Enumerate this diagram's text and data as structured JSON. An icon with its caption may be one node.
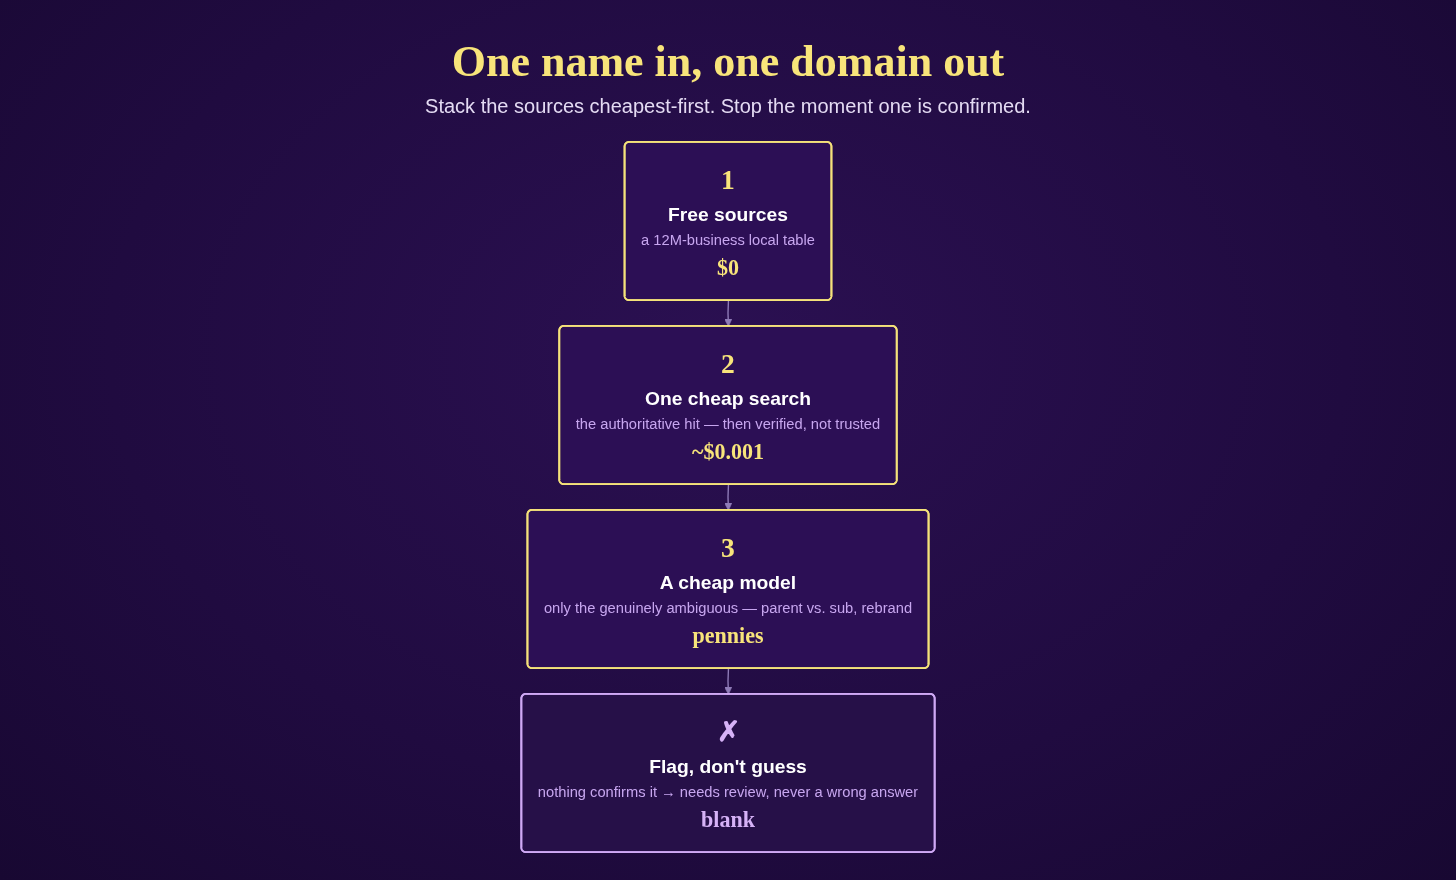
{
  "diagram": {
    "title": "One name in, one domain out",
    "nodes": [
      {
        "text": [
          "1",
          "Free sources",
          "a 12M-business local table",
          "$0"
        ]
      },
      {
        "text": [
          "2",
          "One cheap search",
          "the authoritative hit — then verified, not trusted",
          "~$0.001"
        ]
      },
      {
        "text": [
          "3",
          "A cheap model",
          "only the genuinely ambiguous — parent vs. sub, rebrand",
          "pennies"
        ]
      },
      {
        "text": [
          "✗",
          "Flag, don't guess",
          "nothing confirms it → needs review, never a wrong answer",
          "blank"
        ]
      }
    ],
    "edges": [
      {
        "from": 0,
        "to": 1,
        "arrow": "to"
      },
      {
        "from": 1,
        "to": 2,
        "arrow": "to"
      },
      {
        "from": 2,
        "to": 3,
        "arrow": "to"
      }
    ],
    "labels": [
      "Stack the sources cheapest-first. Stop the moment one is confirmed."
    ]
  }
}
